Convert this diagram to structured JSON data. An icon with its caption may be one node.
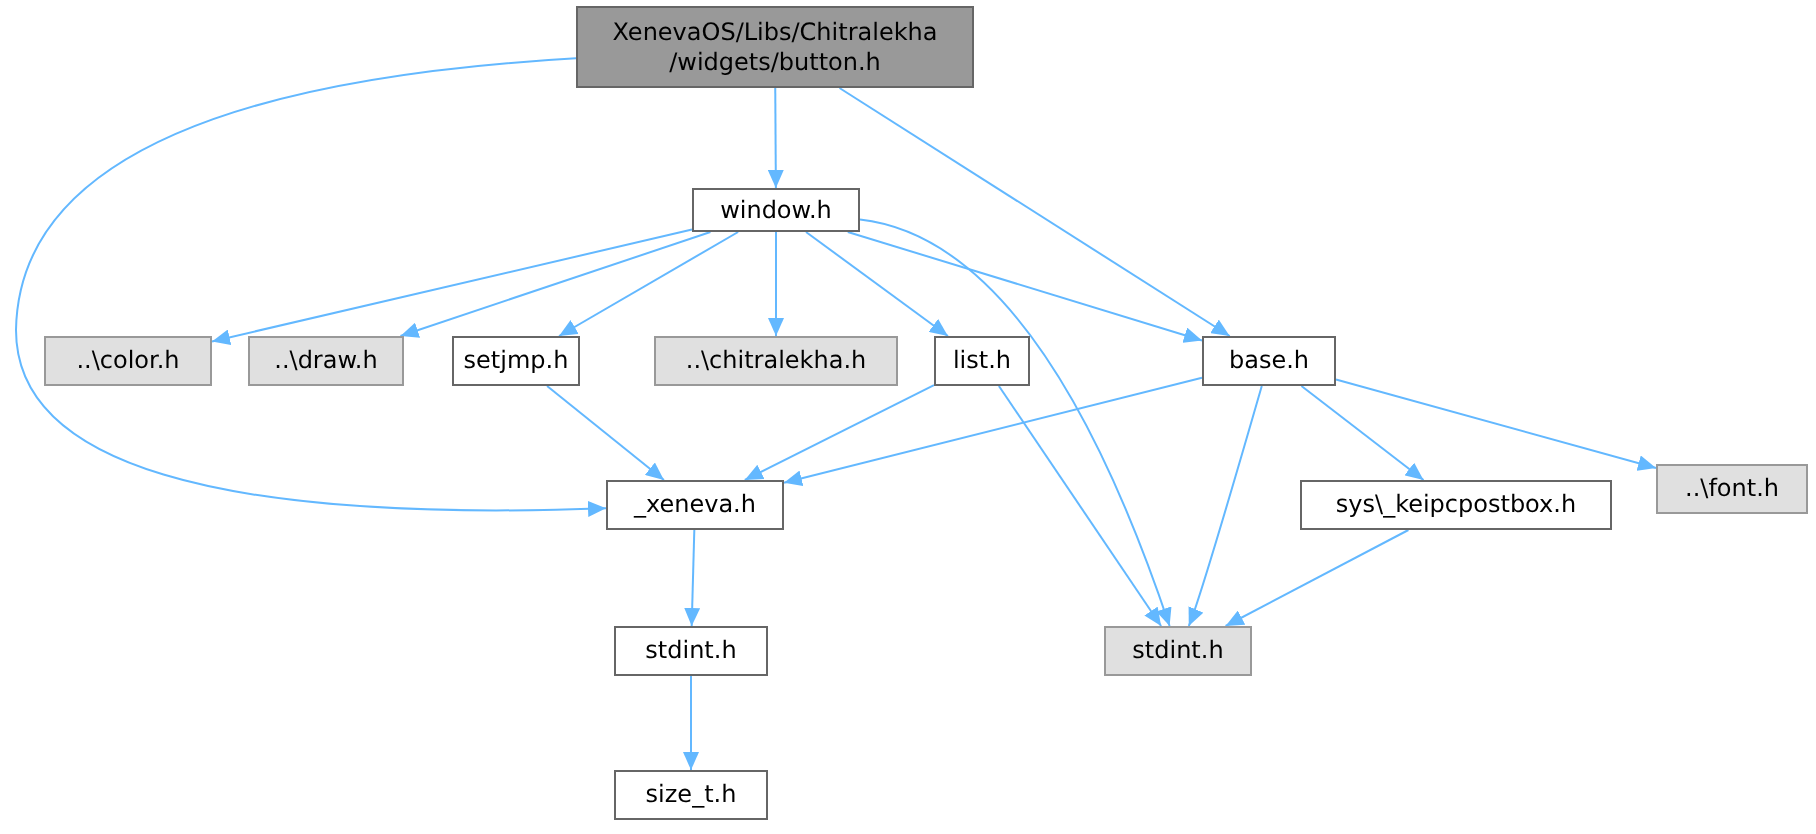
{
  "diagram": {
    "nodes": [
      {
        "text": [
          "XenevaOS/Libs/Chitralekha /widgets/button.h"
        ]
      },
      {
        "text": [
          "window.h"
        ]
      },
      {
        "text": [
          "..\\color.h"
        ]
      },
      {
        "text": [
          "..\\draw.h"
        ]
      },
      {
        "text": [
          "setjmp.h"
        ]
      },
      {
        "text": [
          "..\\chitralekha.h"
        ]
      },
      {
        "text": [
          "list.h"
        ]
      },
      {
        "text": [
          "base.h"
        ]
      },
      {
        "text": [
          "..\\font.h"
        ]
      },
      {
        "text": [
          "_xeneva.h"
        ]
      },
      {
        "text": [
          "sys\\_keipcpostbox.h"
        ]
      },
      {
        "text": [
          "stdint.h"
        ]
      },
      {
        "text": [
          "stdint.h"
        ]
      },
      {
        "text": [
          "size_t.h"
        ]
      }
    ],
    "edges": [
      {
        "from": 0,
        "to": 1,
        "arrow": "to"
      },
      {
        "from": 0,
        "to": 9,
        "arrow": "to"
      },
      {
        "from": 0,
        "to": 7,
        "arrow": "to"
      },
      {
        "from": 1,
        "to": 2,
        "arrow": "to"
      },
      {
        "from": 1,
        "to": 3,
        "arrow": "to"
      },
      {
        "from": 1,
        "to": 4,
        "arrow": "to"
      },
      {
        "from": 1,
        "to": 5,
        "arrow": "to"
      },
      {
        "from": 1,
        "to": 6,
        "arrow": "to"
      },
      {
        "from": 1,
        "to": 7,
        "arrow": "to"
      },
      {
        "from": 1,
        "to": 11,
        "arrow": "to"
      },
      {
        "from": 4,
        "to": 9,
        "arrow": "to"
      },
      {
        "from": 6,
        "to": 9,
        "arrow": "to"
      },
      {
        "from": 6,
        "to": 11,
        "arrow": "to"
      },
      {
        "from": 7,
        "to": 9,
        "arrow": "to"
      },
      {
        "from": 7,
        "to": 11,
        "arrow": "to"
      },
      {
        "from": 7,
        "to": 10,
        "arrow": "to"
      },
      {
        "from": 7,
        "to": 8,
        "arrow": "to"
      },
      {
        "from": 10,
        "to": 11,
        "arrow": "to"
      },
      {
        "from": 9,
        "to": 12,
        "arrow": "to"
      },
      {
        "from": 12,
        "to": 13,
        "arrow": "to"
      }
    ]
  }
}
